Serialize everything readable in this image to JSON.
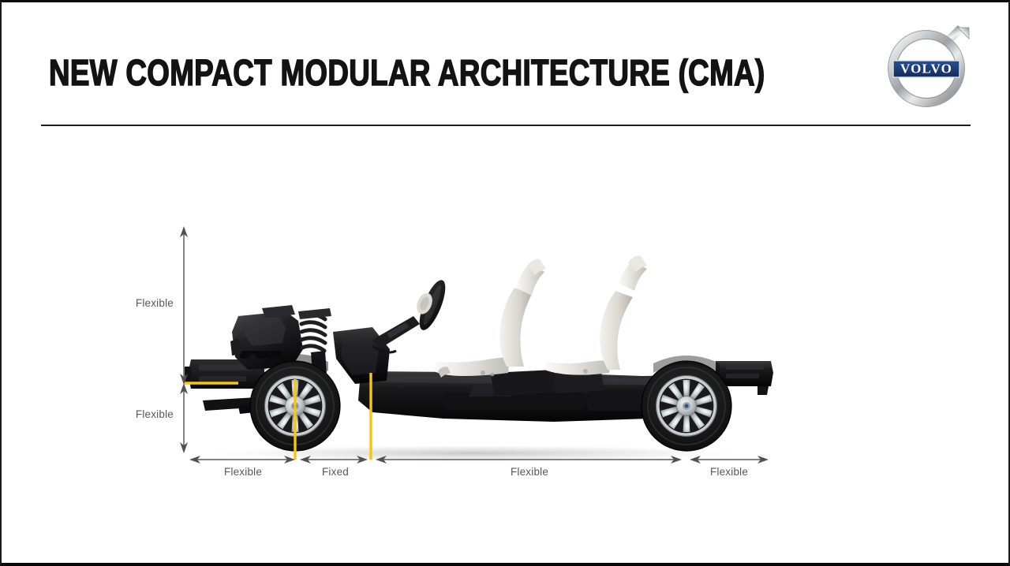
{
  "slide": {
    "title": "NEW COMPACT MODULAR ARCHITECTURE (CMA)",
    "brand": "VOLVO",
    "accent_color": "#f5c518",
    "title_color": "#131313",
    "label_color": "#58585a",
    "logo_ring_color": "#b9bcbe",
    "logo_bar_color": "#1d3f78"
  },
  "diagram": {
    "name": "cma-platform-cutaway",
    "description": "Side view cutaway of a Volvo CMA vehicle platform showing chassis, engine, wheels, steering wheel and two seats, annotated with flexible and fixed dimension arrows.",
    "vertical_dimensions": [
      {
        "id": "upper",
        "label": "Flexible"
      },
      {
        "id": "lower",
        "label": "Flexible"
      }
    ],
    "horizontal_dimensions": [
      {
        "id": "front-overhang",
        "label": "Flexible"
      },
      {
        "id": "front-fixed",
        "label": "Fixed"
      },
      {
        "id": "wheelbase",
        "label": "Flexible"
      },
      {
        "id": "rear-overhang",
        "label": "Flexible"
      }
    ]
  }
}
